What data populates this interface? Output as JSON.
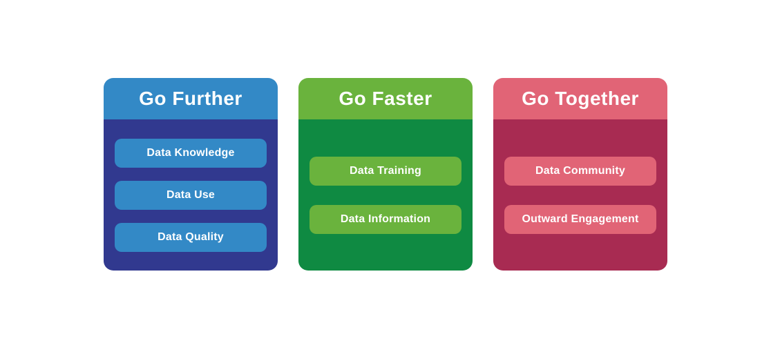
{
  "page": {
    "background_color": "#ffffff",
    "text_color": "#ffffff"
  },
  "cards": [
    {
      "title": "Go Further",
      "header_color": "#3389c6",
      "body_color": "#31398f",
      "pill_color": "#3389c6",
      "pills": [
        "Data Knowledge",
        "Data Use",
        "Data Quality"
      ]
    },
    {
      "title": "Go Faster",
      "header_color": "#6ab33d",
      "body_color": "#0f8a42",
      "pill_color": "#6ab33d",
      "pills": [
        "Data Training",
        "Data Information"
      ]
    },
    {
      "title": "Go Together",
      "header_color": "#e16476",
      "body_color": "#a82b52",
      "pill_color": "#e16476",
      "pills": [
        "Data Community",
        "Outward Engagement"
      ]
    }
  ]
}
